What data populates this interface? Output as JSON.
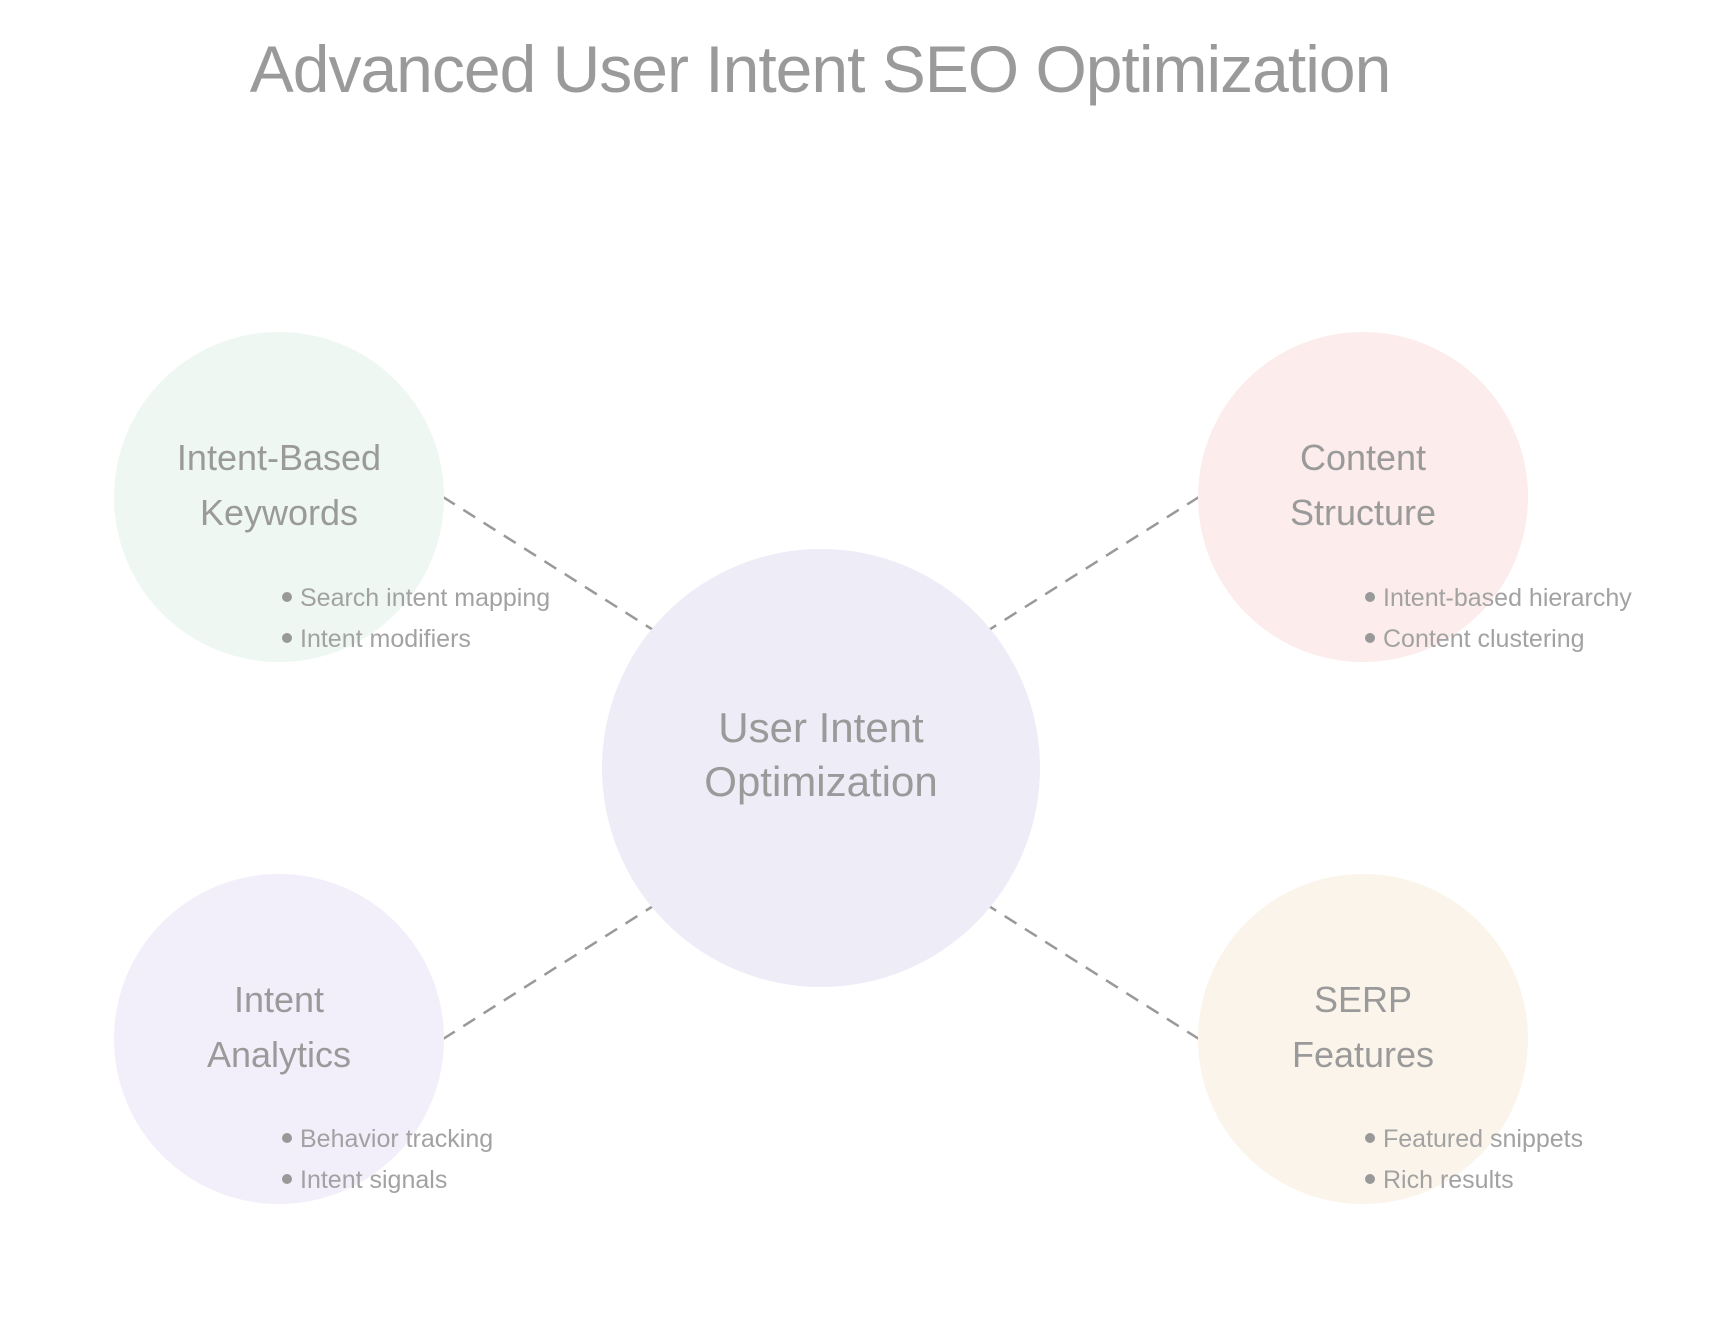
{
  "title": "Advanced User Intent SEO Optimization",
  "center": {
    "lines": [
      "User Intent",
      "Optimization"
    ],
    "color": "#edecf7"
  },
  "nodes": [
    {
      "id": "intent-based-keywords",
      "lines": [
        "Intent-Based",
        "Keywords"
      ],
      "bullets": [
        "Search intent mapping",
        "Intent modifiers"
      ],
      "color": "#eef7f2"
    },
    {
      "id": "content-structure",
      "lines": [
        "Content",
        "Structure"
      ],
      "bullets": [
        "Intent-based hierarchy",
        "Content clustering"
      ],
      "color": "#fcecec"
    },
    {
      "id": "intent-analytics",
      "lines": [
        "Intent",
        "Analytics"
      ],
      "bullets": [
        "Behavior tracking",
        "Intent signals"
      ],
      "color": "#f2effa"
    },
    {
      "id": "serp-features",
      "lines": [
        "SERP",
        "Features"
      ],
      "bullets": [
        "Featured snippets",
        "Rich results"
      ],
      "color": "#fbf4ea"
    }
  ]
}
